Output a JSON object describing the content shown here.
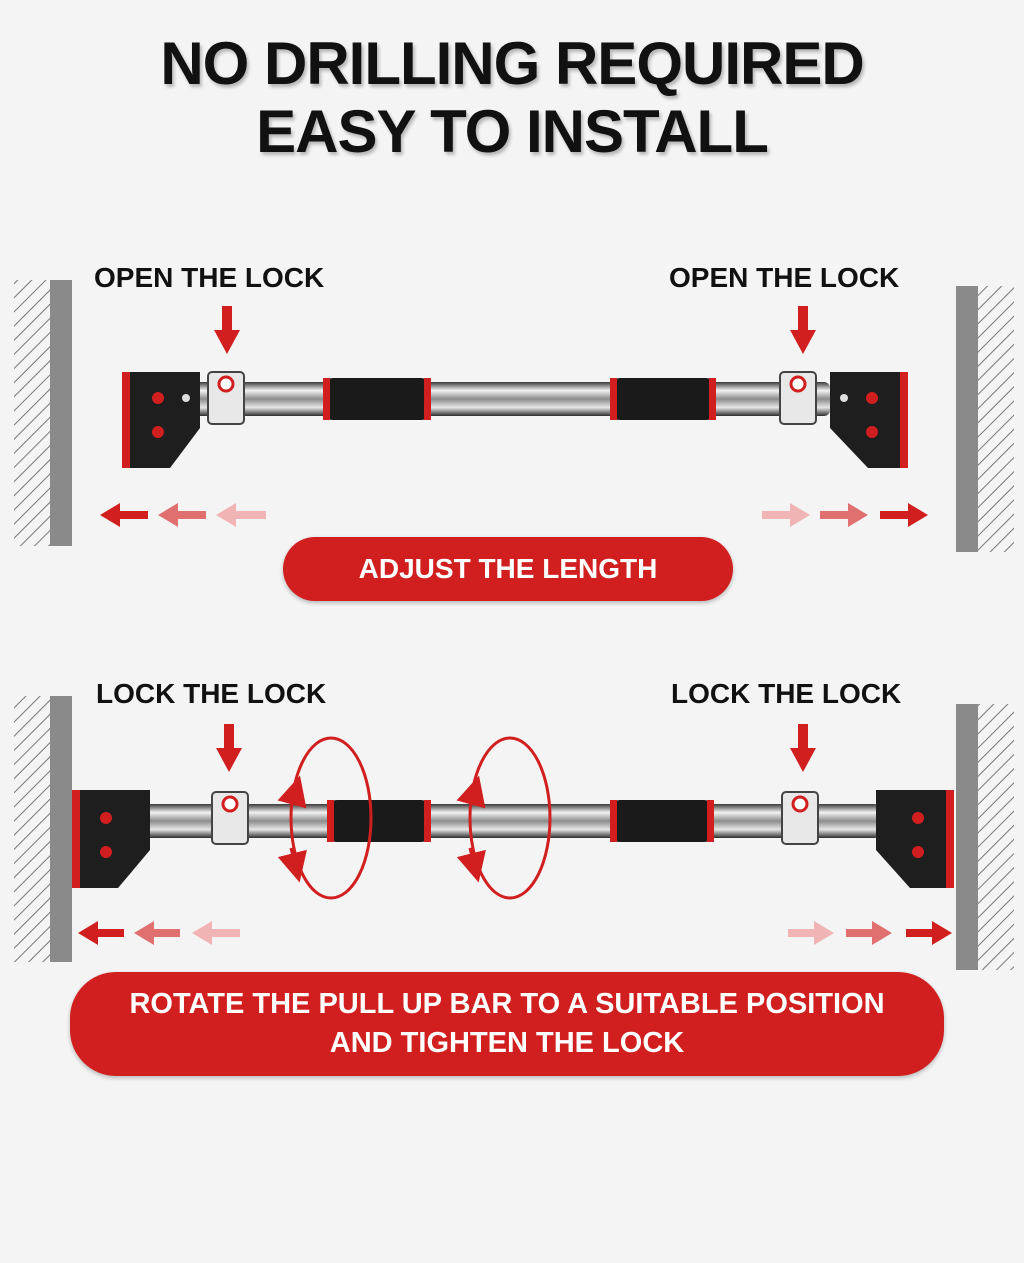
{
  "headline": {
    "line1": "NO DRILLING REQUIRED",
    "line2": "EASY TO INSTALL"
  },
  "step1": {
    "left_label": "OPEN THE LOCK",
    "right_label": "OPEN THE LOCK",
    "banner": "ADJUST THE LENGTH"
  },
  "step2": {
    "left_label": "LOCK THE LOCK",
    "right_label": "LOCK THE LOCK",
    "banner_line1": "ROTATE THE PULL UP BAR TO A SUITABLE POSITION",
    "banner_line2": "AND TIGHTEN THE LOCK"
  },
  "colors": {
    "accent": "#d11f1f",
    "wall": "#8a8a8a",
    "text": "#111111",
    "background": "#f4f4f4"
  }
}
